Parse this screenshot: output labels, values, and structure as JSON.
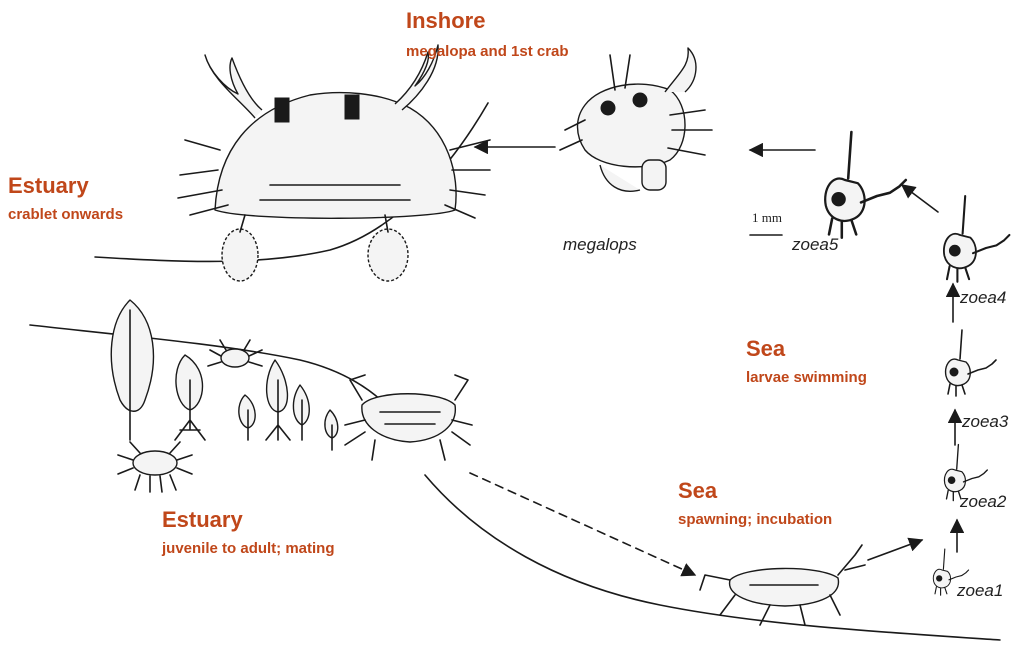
{
  "colors": {
    "heading": "#c0471a",
    "ink": "#1a1a1a"
  },
  "regions": {
    "inshore": {
      "title": "Inshore",
      "subtitle": "megalopa and 1st crab"
    },
    "estuary_top": {
      "title": "Estuary",
      "subtitle": "crablet onwards"
    },
    "estuary_bottom": {
      "title": "Estuary",
      "subtitle": "juvenile to adult; mating"
    },
    "sea_larvae": {
      "title": "Sea",
      "subtitle": "larvae swimming"
    },
    "sea_spawning": {
      "title": "Sea",
      "subtitle": "spawning; incubation"
    }
  },
  "stages": {
    "megalops": "megalops",
    "zoea5": "zoea5",
    "zoea4": "zoea4",
    "zoea3": "zoea3",
    "zoea2": "zoea2",
    "zoea1": "zoea1"
  },
  "scale_bar": "1 mm",
  "icons": [
    "adult-crab-icon",
    "megalopa-icon",
    "zoea-icon",
    "mangrove-tree-icon",
    "juvenile-crab-icon",
    "spawning-crab-icon"
  ]
}
